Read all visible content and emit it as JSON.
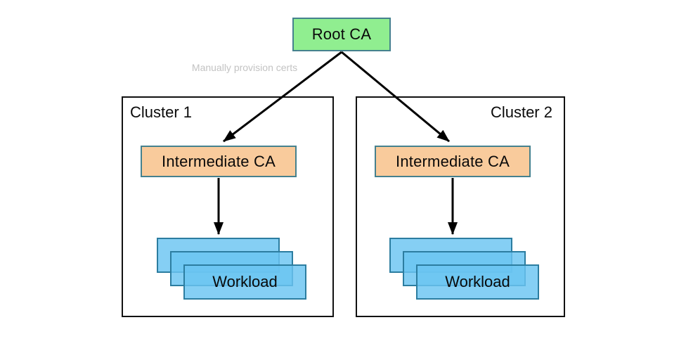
{
  "diagram": {
    "title_semantics": "Root CA certificate distribution across clusters",
    "root_ca": {
      "label": "Root CA"
    },
    "edge_label": "Manually provision certs",
    "clusters": [
      {
        "name": "Cluster 1",
        "intermediate_ca_label": "Intermediate CA",
        "workload_label": "Workload",
        "workload_stack_count": 3
      },
      {
        "name": "Cluster 2",
        "intermediate_ca_label": "Intermediate CA",
        "workload_label": "Workload",
        "workload_stack_count": 3
      }
    ],
    "colors": {
      "root_ca_fill": "#90EE90",
      "root_ca_border": "#45818E",
      "intermediate_ca_fill": "#F9CB9C",
      "intermediate_ca_border": "#45818E",
      "workload_fill": "#6AC5F2",
      "workload_border": "#2C7DA0",
      "cluster_border": "#111111",
      "arrow": "#000000",
      "edge_label_text": "#C3C3C3",
      "background": "#FFFFFF"
    }
  }
}
